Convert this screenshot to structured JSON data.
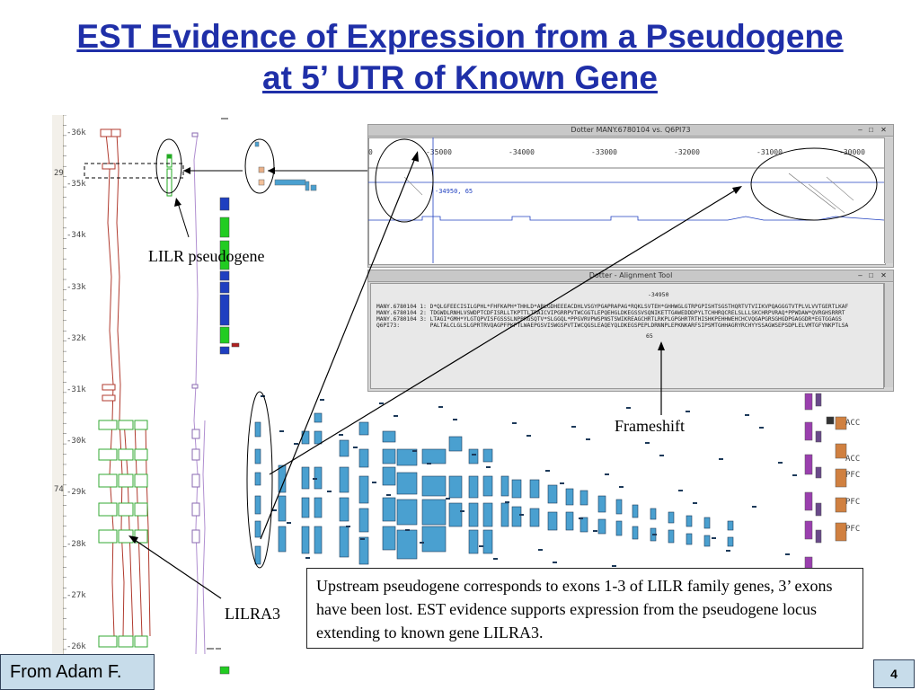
{
  "slide": {
    "title_line1": "EST Evidence of Expression from a Pseudogene",
    "title_line2": "at 5’ UTR of Known Gene",
    "page_number": "4",
    "credit": "From Adam F."
  },
  "browser": {
    "ruler_ticks": [
      "-36k",
      "-35k",
      "-34k",
      "-33k",
      "-32k",
      "-31k",
      "-30k",
      "-29k",
      "-28k",
      "-27k",
      "-26k"
    ],
    "side_labels": [
      "29",
      "74"
    ],
    "gene_color": "#b03a2e",
    "est_color": "#22aa22",
    "block_blue": "#1f3fc0",
    "block_cyan": "#4aa0d0",
    "block_green": "#22cc22"
  },
  "dotter": {
    "title": "Dotter MANY.6780104 vs. Q6PI73",
    "axis_ticks": [
      "-35000",
      "-34000",
      "-33000",
      "-32000",
      "-31000",
      "-30000"
    ],
    "left_axis_label": "0",
    "crosshair_label": "-34950, 65"
  },
  "alignment_tool": {
    "title": "Dotter - Alignment Tool",
    "position_marker": "-34950",
    "rows": [
      "MANY.6780104 1: D*QLGFEECISILGPHL*FHFKAPH*THHLD*ARLGDHEEEACDHLVSGYPGAPRAPAG*RQKLSVTEH*GHHWGLGTRPGPISHTSGSTHQRTVTVIIKVPQAGGGTVTPLVLVVTGERTLKAF",
      "MANY.6780104 2: TDGWDLRNHLVSWDPTCDFISRLLTKPTTLTRAICVIPGRRPVTWCGGTLEPQEHGLDKEGSSVSQNIKETTGAWEDDDPYLTCHHRQCRELSLLLSKCHRPVRAQ*PPWDAW*QVRGHSRRRT",
      "MANY.6780104 3: LTAGI*GMH*YLGTQPVISFGSSSLNPPRGSQTV*SLGGQL*PPGVRVPWSPNSTSWIKREAGCHRTLRKPLGPGHRTRTHISHKPEHHWEHCHCVQGAPGRSGHGDPGAGGDR*EGTGGAGS",
      "Q6PI73:         PALTALCLGLSLGPRTRVQAGPFPKPTLWAEPGSVISWGSPVTIWCQGSLEAQEYQLDKEGSPEPLDRNNPLEPKNKARFSIPSMTGHHAGRYRCHYYSSAGWSEPSDPLELVMTGFYNKPTLSA"
    ],
    "score_marker": "65"
  },
  "annotations": {
    "lilr_pseudogene": "LILR pseudogene",
    "frameshift": "Frameshift",
    "lilra3": "LILRA3"
  },
  "info_box": {
    "text": "Upstream pseudogene corresponds to exons 1-3 of LILR family genes, 3’ exons have been lost.  EST evidence supports expression from the pseudogene locus extending to known gene LILRA3."
  },
  "right_column": {
    "labels": [
      "ACC",
      "ACC",
      "PFC",
      "PFC",
      "PFC"
    ]
  }
}
